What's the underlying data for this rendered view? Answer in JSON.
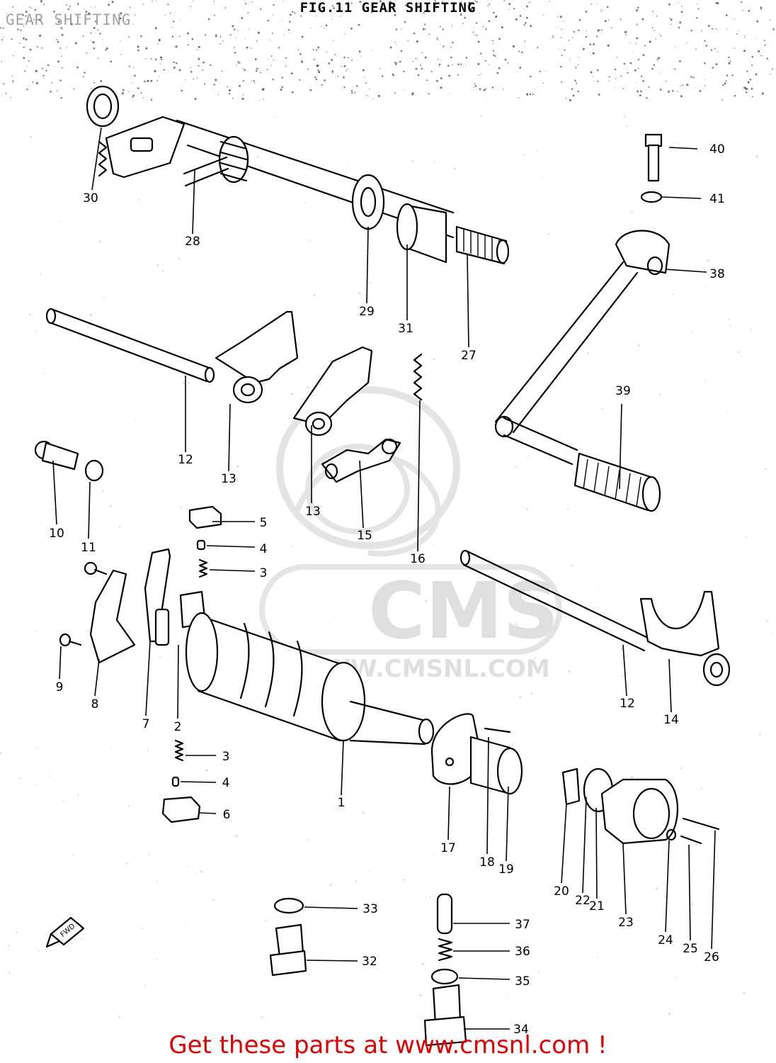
{
  "figure": {
    "title": "FIG.11  GEAR SHIFTING",
    "ghost_title": "GEAR SHIFTING"
  },
  "watermark": {
    "brand": "CMS",
    "url": "WWW.CMSNL.COM"
  },
  "orientation_marker": "FWD",
  "footer": "Get these parts at www.cmsnl.com !",
  "labels": [
    "40",
    "41",
    "38",
    "39",
    "30",
    "28",
    "29",
    "31",
    "27",
    "12",
    "13",
    "13",
    "15",
    "16",
    "10",
    "11",
    "5",
    "4",
    "3",
    "9",
    "8",
    "7",
    "2",
    "12",
    "14",
    "3",
    "4",
    "6",
    "1",
    "17",
    "18",
    "19",
    "20",
    "22",
    "21",
    "23",
    "24",
    "25",
    "26",
    "33",
    "32",
    "37",
    "36",
    "35",
    "34"
  ],
  "colors": {
    "footer": "#e40000",
    "ink": "#000000",
    "watermark": "#dcdcdc"
  }
}
